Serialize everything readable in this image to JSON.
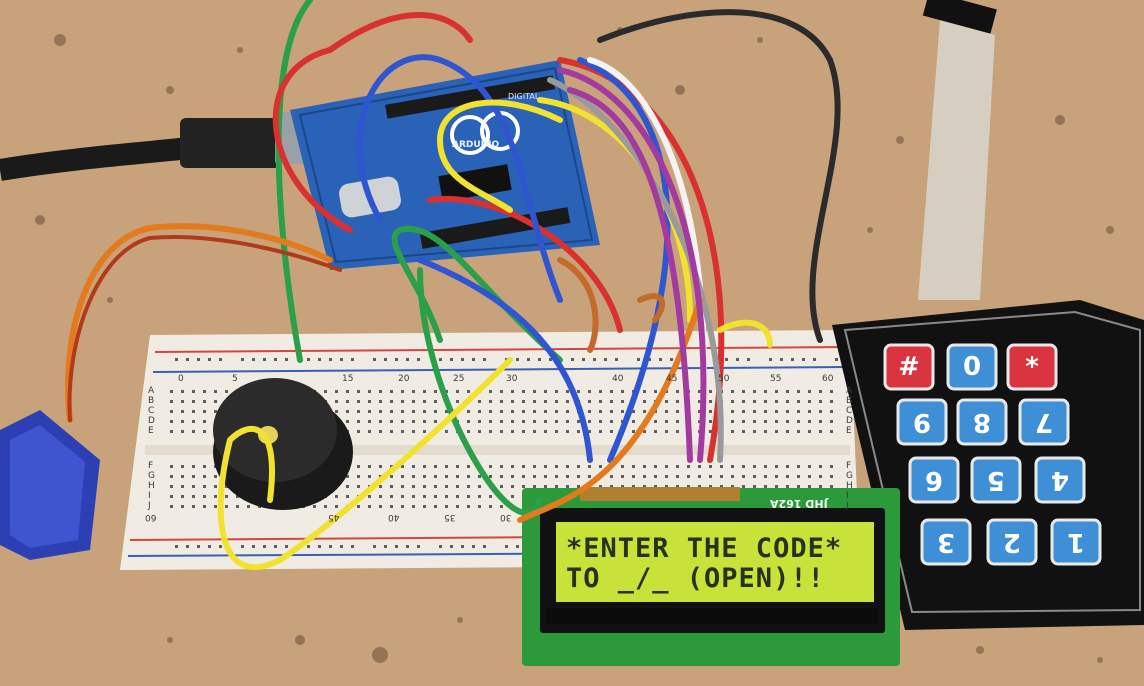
{
  "lcd": {
    "line1": "*ENTER THE CODE*",
    "line2": "TO _/_ (OPEN)!!",
    "model": "JHD 162A",
    "backlight_color": "#c8e23a"
  },
  "arduino": {
    "label": "ARDUINO",
    "digital_label": "DIGITAL",
    "board_color": "#2a62b8"
  },
  "breadboard": {
    "top_numbers": [
      "0",
      "5",
      "15",
      "20",
      "25",
      "30",
      "40",
      "45",
      "50",
      "55",
      "60"
    ],
    "bottom_numbers": [
      "60",
      "45",
      "40",
      "35",
      "30"
    ],
    "left_rows": [
      "A",
      "B",
      "C",
      "D",
      "E",
      "F",
      "G",
      "H",
      "I",
      "J"
    ],
    "right_rows": [
      "A",
      "B",
      "C",
      "D",
      "E",
      "F",
      "G",
      "H",
      "I",
      "J"
    ]
  },
  "keypad": {
    "keys": [
      {
        "label": "#",
        "color": "#d9343f"
      },
      {
        "label": "0",
        "color": "#3f8fd6"
      },
      {
        "label": "*",
        "color": "#d9343f"
      },
      {
        "label": "9",
        "color": "#3f8fd6"
      },
      {
        "label": "8",
        "color": "#3f8fd6"
      },
      {
        "label": "7",
        "color": "#3f8fd6"
      },
      {
        "label": "6",
        "color": "#3f8fd6"
      },
      {
        "label": "5",
        "color": "#3f8fd6"
      },
      {
        "label": "4",
        "color": "#3f8fd6"
      },
      {
        "label": "3",
        "color": "#3f8fd6"
      },
      {
        "label": "2",
        "color": "#3f8fd6"
      },
      {
        "label": "1",
        "color": "#3f8fd6"
      }
    ]
  },
  "colors": {
    "table": "#c9a47e",
    "breadboard": "#f1ece3",
    "buzzer": "#1f1f1f",
    "servo": "#2c3fb3",
    "lcd_pcb": "#2c9a3a"
  }
}
